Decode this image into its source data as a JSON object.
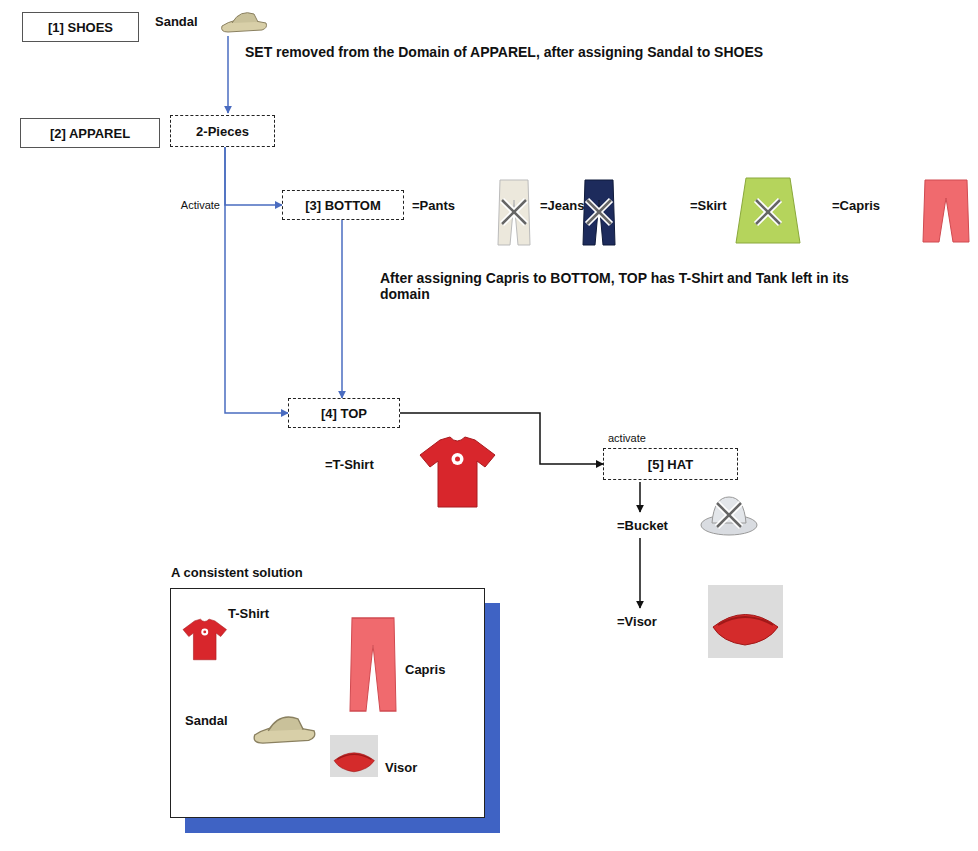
{
  "diagram": {
    "nodes": [
      {
        "text": [
          "[1] SHOES"
        ]
      },
      {
        "text": [
          "[2] APPAREL"
        ]
      },
      {
        "text": [
          "2-Pieces"
        ]
      },
      {
        "text": [
          "[3] BOTTOM"
        ]
      },
      {
        "text": [
          "[4] TOP"
        ]
      },
      {
        "text": [
          "[5] HAT"
        ]
      },
      {
        "text": [
          "A consistent solution"
        ]
      }
    ],
    "edges": [
      {
        "from": 2,
        "to": 3,
        "label": "Activate",
        "arrow": "to"
      },
      {
        "from": 2,
        "to": 4,
        "arrow": "to"
      },
      {
        "from": 3,
        "to": 4,
        "arrow": "to"
      },
      {
        "from": 4,
        "to": 5,
        "label": "activate",
        "arrow": "to"
      }
    ],
    "labels": [
      "Sandal",
      "SET removed from the Domain of APPAREL, after assigning Sandal to SHOES",
      "=Pants",
      "=Jeans",
      "=Skirt",
      "=Capris",
      "After assigning Capris to BOTTOM, TOP has T-Shirt and Tank left in its domain",
      "=T-Shirt",
      "=Bucket",
      "=Visor",
      "T-Shirt",
      "Capris",
      "Sandal",
      "Visor"
    ]
  }
}
